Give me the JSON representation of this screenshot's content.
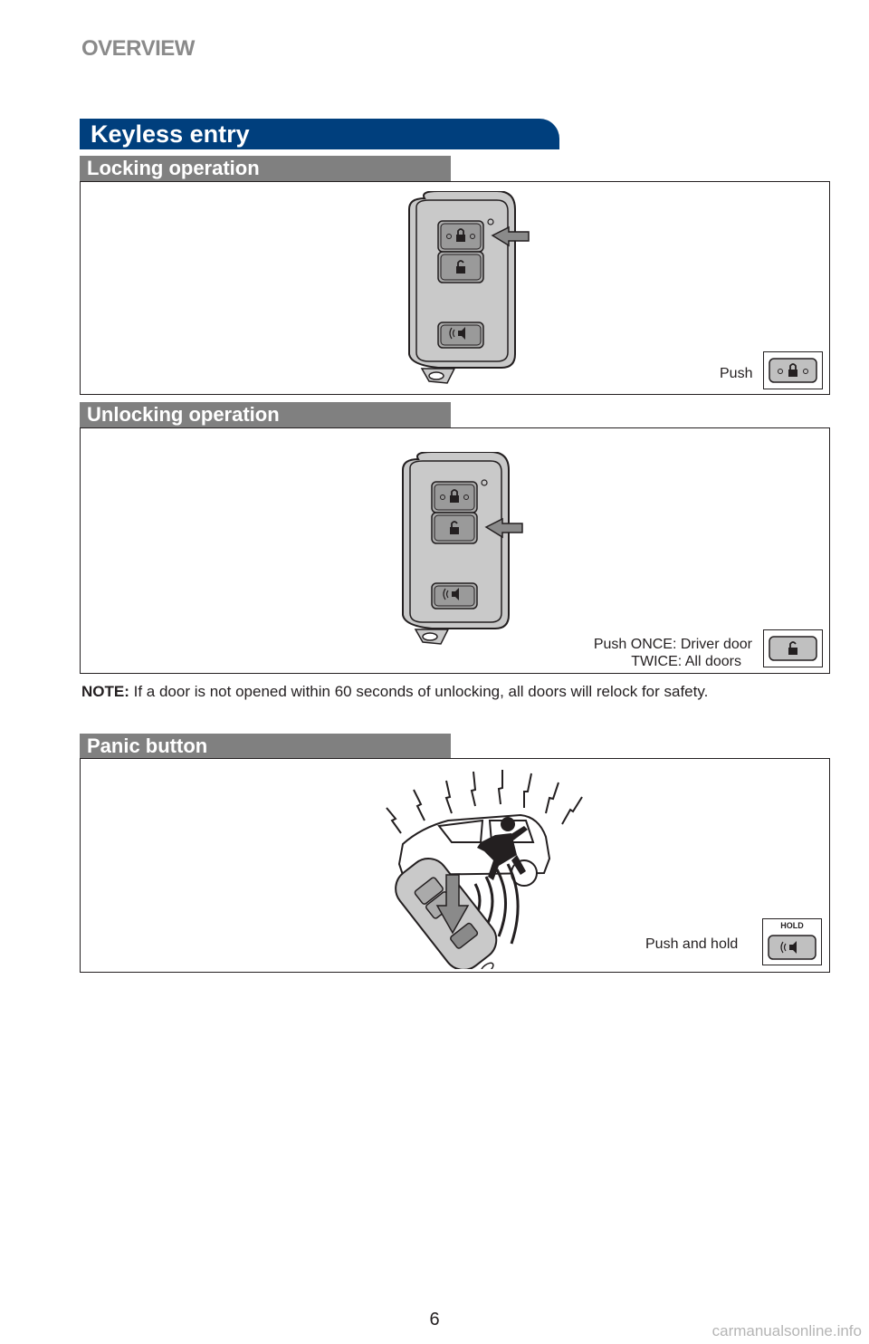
{
  "header": {
    "label": "OVERVIEW"
  },
  "section": {
    "title": "Keyless entry"
  },
  "locking": {
    "title": "Locking operation",
    "caption": "Push"
  },
  "unlocking": {
    "title": "Unlocking operation",
    "caption_line1": "Push  ONCE:  Driver  door",
    "caption_line2": "TWICE:  All  doors"
  },
  "note": {
    "label": "NOTE:",
    "text": "If a door is not opened within 60 seconds of unlocking, all doors will relock for safety."
  },
  "panic": {
    "title": "Panic button",
    "caption": "Push and hold",
    "hold_label": "HOLD"
  },
  "footer": {
    "page_number": "6",
    "watermark": "carmanualsonline.info"
  },
  "colors": {
    "banner_blue": "#003f7d",
    "sub_banner_gray": "#808080",
    "fob_gray": "#c8c8c8"
  },
  "icons": [
    "lock-icon",
    "unlock-icon",
    "panic-icon",
    "arrow-icon"
  ]
}
